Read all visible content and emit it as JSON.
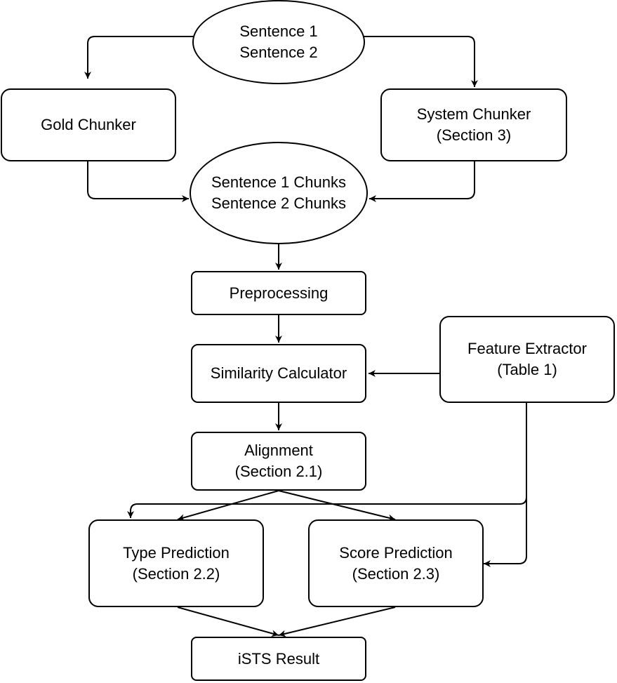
{
  "nodes": {
    "sentences": {
      "line1": "Sentence 1",
      "line2": "Sentence 2"
    },
    "gold_chunker": {
      "line1": "Gold Chunker"
    },
    "system_chunker": {
      "line1": "System Chunker",
      "line2": "(Section 3)"
    },
    "chunks": {
      "line1": "Sentence 1 Chunks",
      "line2": "Sentence 2 Chunks"
    },
    "preprocessing": {
      "line1": "Preprocessing"
    },
    "similarity": {
      "line1": "Similarity Calculator"
    },
    "feature_extractor": {
      "line1": "Feature Extractor",
      "line2": "(Table 1)"
    },
    "alignment": {
      "line1": "Alignment",
      "line2": "(Section 2.1)"
    },
    "type_prediction": {
      "line1": "Type Prediction",
      "line2": "(Section 2.2)"
    },
    "score_prediction": {
      "line1": "Score Prediction",
      "line2": "(Section 2.3)"
    },
    "result": {
      "line1": "iSTS Result"
    }
  },
  "colors": {
    "stroke": "#000000",
    "fill": "#ffffff"
  }
}
